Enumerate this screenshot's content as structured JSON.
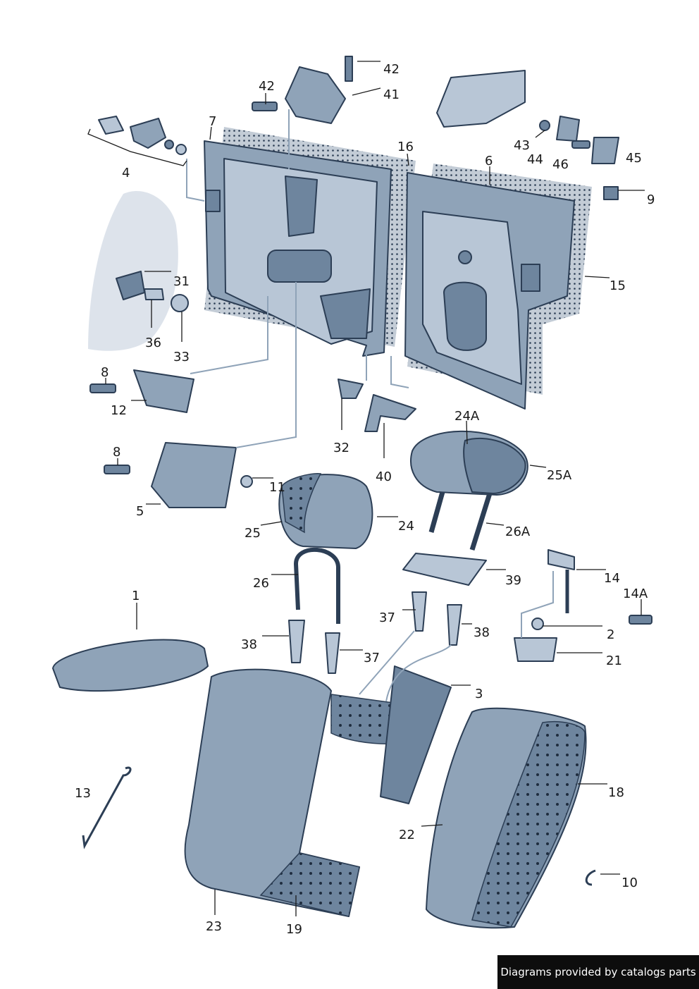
{
  "labels": [
    "42",
    "42",
    "41",
    "7",
    "4",
    "16",
    "6",
    "43",
    "44",
    "46",
    "45",
    "9",
    "15",
    "31",
    "36",
    "33",
    "8",
    "12",
    "32",
    "40",
    "8",
    "11",
    "5",
    "25",
    "24",
    "24A",
    "25A",
    "26A",
    "26",
    "39",
    "14",
    "14A",
    "1",
    "37",
    "38",
    "2",
    "21",
    "38",
    "37",
    "3",
    "13",
    "18",
    "22",
    "10",
    "23",
    "19"
  ],
  "credit": "Diagrams provided by catalogs parts"
}
